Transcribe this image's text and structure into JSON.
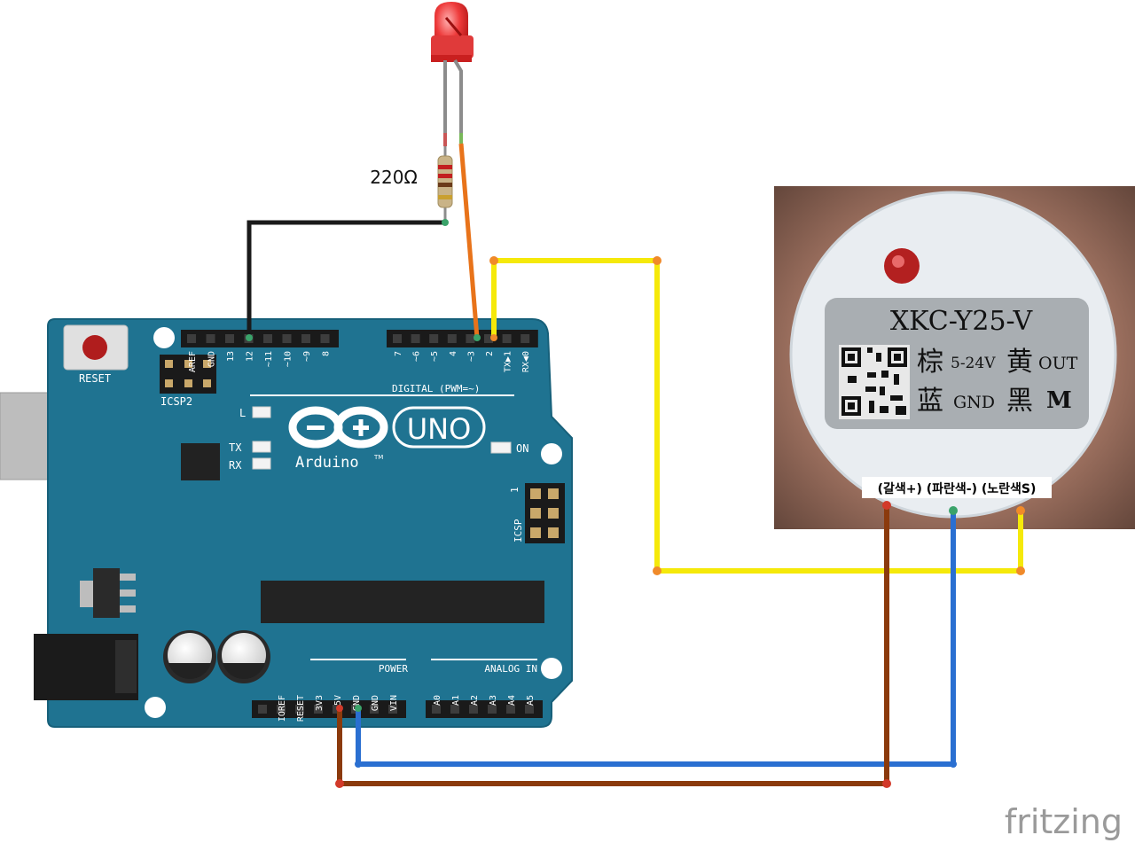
{
  "resistor_label": "220Ω",
  "board": {
    "reset_label": "RESET",
    "icsp2_label": "ICSP2",
    "icsp_label": "ICSP",
    "icsp_pin1": "1",
    "led_l": "L",
    "led_tx": "TX",
    "led_rx": "RX",
    "on_label": "ON",
    "uno_label": "UNO",
    "brand_label": "Arduino",
    "tm_label": "TM",
    "digital_label": "DIGITAL (PWM=~)",
    "power_label": "POWER",
    "analog_label": "ANALOG IN",
    "digital_pins_left": [
      "AREF",
      "GND",
      "13",
      "12",
      "~11",
      "~10",
      "~9",
      "8"
    ],
    "digital_pins_right": [
      "7",
      "~6",
      "~5",
      "4",
      "~3",
      "2",
      "TX▶1",
      "RX◀0"
    ],
    "power_pins": [
      "IOREF",
      "RESET",
      "3V3",
      "5V",
      "GND",
      "GND",
      "VIN"
    ],
    "analog_pins": [
      "A0",
      "A1",
      "A2",
      "A3",
      "A4",
      "A5"
    ]
  },
  "sensor": {
    "model": "XKC-Y25-V",
    "line1_cn": "棕",
    "line1_volt": "5-24V",
    "line1_cn2": "黄",
    "line1_out": "OUT",
    "line2_cn": "蓝",
    "line2_gnd": "GND",
    "line2_cn2": "黑",
    "line2_m": "M",
    "wire_labels": "(갈색+) (파란색-) (노란색S)"
  },
  "footer": {
    "brand": "fritzing"
  },
  "colors": {
    "board": "#1f7391",
    "wire_yellow": "#f5e90a",
    "wire_brown": "#8b3a0c",
    "wire_blue": "#2a6fd1",
    "wire_black": "#1a1a1a",
    "wire_orange": "#e8731a",
    "led": "#e8242a"
  }
}
